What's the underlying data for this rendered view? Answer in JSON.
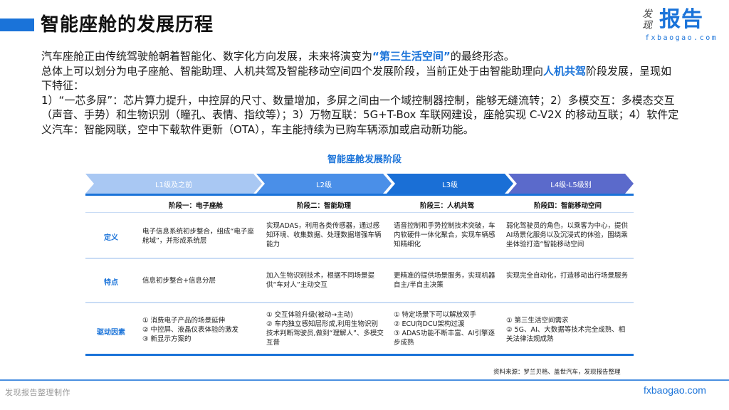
{
  "header": {
    "title": "智能座舱的发展历程",
    "accent_color": "#1a73d9"
  },
  "logo": {
    "small_text": "发现",
    "big_text": "报告",
    "url": "fxbaogao.com"
  },
  "intro": {
    "line1_pre": "汽车座舱正由传统驾驶舱朝着智能化、数字化方向发展，未来将演变为",
    "line1_highlight": "“第三生活空间”",
    "line1_post": "的最终形态。",
    "line2_pre": "总体上可以划分为电子座舱、智能助理、人机共驾及智能移动空间四个发展阶段，当前正处于由智能助理向",
    "line2_highlight": "人机共驾",
    "line2_post": "阶段发展，呈现如下特征：",
    "features": "1）“一芯多屏”：芯片算力提升，中控屏的尺寸、数量增加，多屏之间由一个域控制器控制，能够无缝流转；2）多模交互：多模态交互（声音、手势）和生物识别（瞳孔、表情、指纹等）；3）万物互联：5G+T-Box 车联网建设，座舱实现 C-V2X 的移动互联；4）软件定义汽车：智能网联，空中下载软件更新（OTA），车主能持续为已购车辆添加或启动新功能。"
  },
  "diagram": {
    "title": "智能座舱发展阶段",
    "levels": [
      {
        "label": "L1级及之前",
        "color": "#a9c8f3"
      },
      {
        "label": "L2级",
        "color": "#4a8fe8"
      },
      {
        "label": "L3级",
        "color": "#1a6fd6"
      },
      {
        "label": "L4级-L5级别",
        "color": "#5b6acb"
      }
    ],
    "stages": [
      "阶段一：电子座舱",
      "阶段二：智能助理",
      "阶段三：人机共驾",
      "阶段四：智能移动空间"
    ],
    "rows": [
      {
        "label": "定义",
        "cells": [
          "电子信息系统初步整合，组成“电子座舱域”，并形成系统层",
          "实现ADAS，利用各类传感器，通过感知环境、收集数据、处理数据增强车辆能力",
          "语音控制和手势控制技术突破，车内软硬件一体化聚合，实现车辆感知精细化",
          "弱化驾驶员的角色，以乘客为中心，提供AI场景化服务以及沉浸式的体验，围绕乘坐体验打造“智能移动空间"
        ]
      },
      {
        "label": "特点",
        "cells": [
          "信息初步整合+信息分层",
          "加入生物识别技术，根据不同场景提供“车对人”主动交互",
          "更精准的提供场景服务，实现机器自主/半自主决策",
          "实现完全自动化，打造移动出行场景服务"
        ]
      },
      {
        "label": "驱动因素",
        "cells": [
          "① 消费电子产品的场景延伸\n② 中控屏、液晶仪表体验的激发\n③ 新显示方案的",
          "① 交互体验升级(被动→主动)\n② 车内独立感知层形成,利用生物识别技术判断驾驶员,做到“理解人”、多模交互普",
          "① 特定场景下可以解放双手\n② ECU向DCU架构过渡\n③ ADAS功能不断丰富、AI引擎逐步成熟",
          "① 第三生活空间需求\n② 5G、AI、大数据等技术完全成熟、相关法律法规成熟"
        ]
      }
    ],
    "source": "资料来源：罗兰贝格、盖世汽车，发现报告整理"
  },
  "footer": {
    "left": "发现报告整理制作",
    "right": "fxbaogao.com"
  }
}
